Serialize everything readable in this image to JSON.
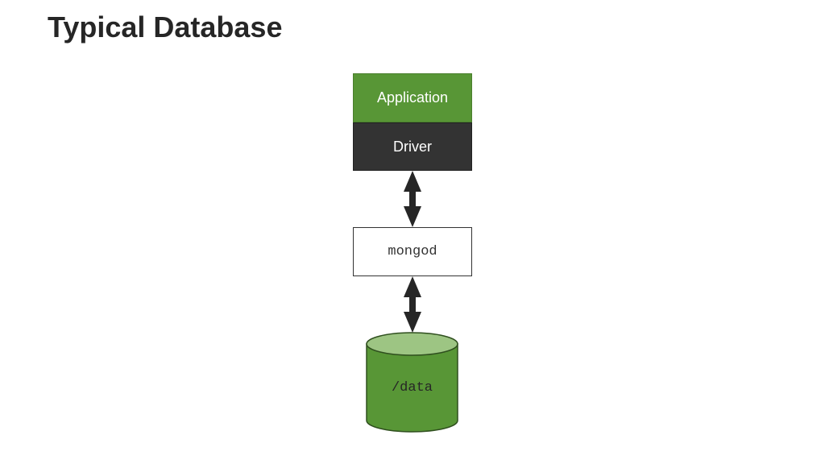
{
  "slide": {
    "title": "Typical Database"
  },
  "diagram": {
    "application_label": "Application",
    "driver_label": "Driver",
    "mongod_label": "mongod",
    "data_label": "/data"
  },
  "colors": {
    "brand_green": "#589636",
    "dark_gray": "#333333",
    "cylinder_top": "#9dc583",
    "title_text": "#262626"
  }
}
